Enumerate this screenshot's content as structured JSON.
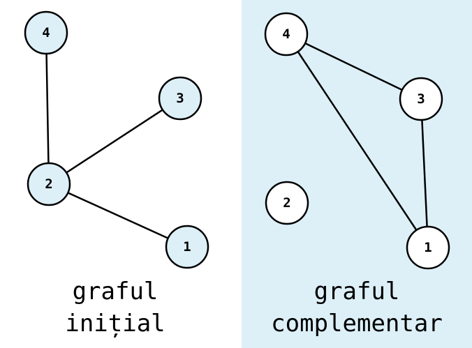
{
  "colors": {
    "background": "#ffffff",
    "panel_fill": "#ddf0f8",
    "node_fill_initial": "#ddf0f8",
    "node_fill_complement": "#ffffff",
    "stroke": "#000000"
  },
  "initial_graph": {
    "caption_line1": "graful",
    "caption_line2": "inițial",
    "nodes": [
      {
        "id": "4",
        "label": "4"
      },
      {
        "id": "3",
        "label": "3"
      },
      {
        "id": "2",
        "label": "2"
      },
      {
        "id": "1",
        "label": "1"
      }
    ],
    "edges": [
      {
        "from": "4",
        "to": "2"
      },
      {
        "from": "2",
        "to": "3"
      },
      {
        "from": "2",
        "to": "1"
      }
    ]
  },
  "complement_graph": {
    "caption_line1": "graful",
    "caption_line2": "complementar",
    "nodes": [
      {
        "id": "4",
        "label": "4"
      },
      {
        "id": "3",
        "label": "3"
      },
      {
        "id": "2",
        "label": "2"
      },
      {
        "id": "1",
        "label": "1"
      }
    ],
    "edges": [
      {
        "from": "4",
        "to": "3"
      },
      {
        "from": "4",
        "to": "1"
      },
      {
        "from": "3",
        "to": "1"
      }
    ]
  }
}
